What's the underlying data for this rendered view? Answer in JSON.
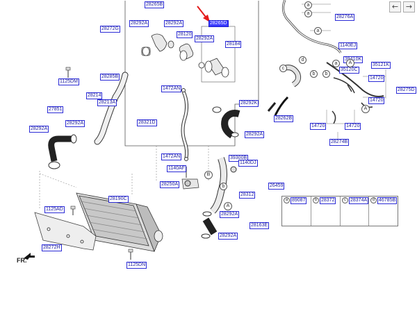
{
  "nav": {
    "back_glyph": "←",
    "forward_glyph": "→"
  },
  "orientation": "FR.",
  "callouts": {
    "c_28265B": "28265B",
    "c_28292A_1": "28292A",
    "c_28292A_2": "28292A",
    "c_28272G": "28272G",
    "c_28120": "28120",
    "c_28265D": "28265D",
    "c_28292A_3": "28292A",
    "c_28184": "28184",
    "c_28285B": "28285B",
    "c_1125DM": "1125DM",
    "c_28214": "28214",
    "c_28213A": "28213A",
    "c_1472AN_1": "1472AN",
    "c_28321D": "28321D",
    "c_1472AN_2": "1472AN",
    "c_1140AF": "1140AF",
    "c_28250A": "28250A",
    "c_27851": "27851",
    "c_28292A_4": "28292A",
    "c_28292A_5": "28292A",
    "c_28292K": "28292K",
    "c_28262B": "28262B",
    "c_28292A_6": "28292A",
    "c_39300B": "39300B",
    "c_1140DJ": "1140DJ",
    "c_26459": "26459",
    "c_28312": "28312",
    "c_28190C": "28190C",
    "c_1125AD": "1125AD",
    "c_28292A_7": "28292A",
    "c_28163E": "28163E",
    "c_28292A_8": "28292A",
    "c_28272H": "28272H",
    "c_1125DN": "1125DN",
    "c_28276A": "28276A",
    "c_1140EJ": "1140EJ",
    "c_39410K": "39410K",
    "c_35121K": "35121K",
    "c_35120C": "35120C",
    "c_14720_1": "14720",
    "c_28275D": "28275D",
    "c_14720_2": "14720",
    "c_14720_3": "14720",
    "c_14720_4": "14720",
    "c_28274B": "28274B"
  },
  "circle_refs": {
    "a1": "a",
    "a2": "a",
    "a3": "a",
    "a4": "a",
    "d": "d",
    "c": "c",
    "b1": "b",
    "b2": "b",
    "bigA1": "A",
    "bigB": "B",
    "bigA2": "A",
    "bigA3": "A",
    "b3": "b"
  },
  "legend": {
    "items": [
      {
        "key": "a",
        "part": "89087"
      },
      {
        "key": "b",
        "part": "28372"
      },
      {
        "key": "c",
        "part": "28374A"
      },
      {
        "key": "d",
        "part": "46785B"
      }
    ]
  },
  "colors": {
    "label_border": "#2b2bd6",
    "label_text": "#1a1aa0",
    "highlight": "#3a3aff",
    "pointer_arrow": "#e41b1b"
  }
}
